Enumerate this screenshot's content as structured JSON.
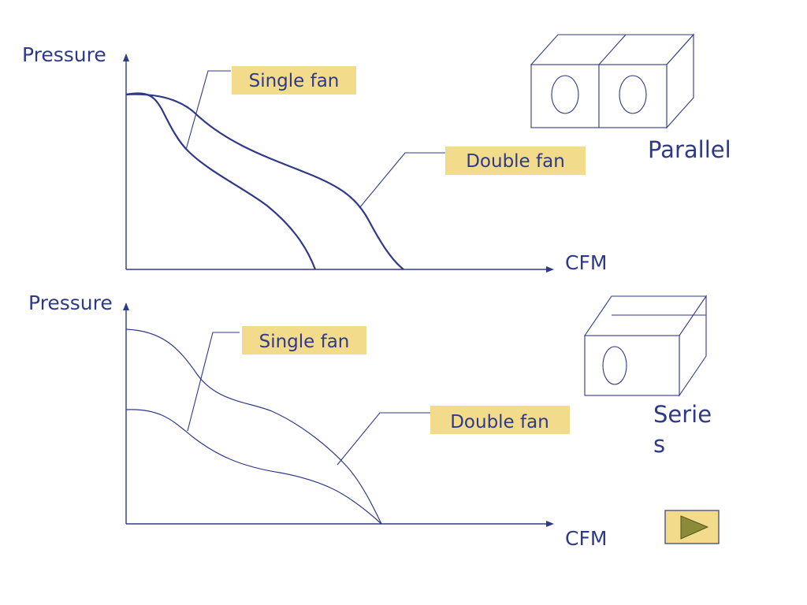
{
  "slide": {
    "top_diagram": {
      "y_axis_label": "Pressure",
      "x_axis_label": "CFM",
      "single_label": "Single fan",
      "double_label": "Double fan",
      "config_label": "Parallel"
    },
    "bottom_diagram": {
      "y_axis_label": "Pressure",
      "x_axis_label": "CFM",
      "single_label": "Single fan",
      "double_label": "Double fan",
      "config_label_line1": "Serie",
      "config_label_line2": "s"
    },
    "next_button_icon": "play-triangle-icon"
  },
  "colors": {
    "ink": "#2e3a87",
    "label_fill": "#f2dc8c",
    "button_fill": "#f2dc8c",
    "button_triangle": "#8b8b3a"
  }
}
